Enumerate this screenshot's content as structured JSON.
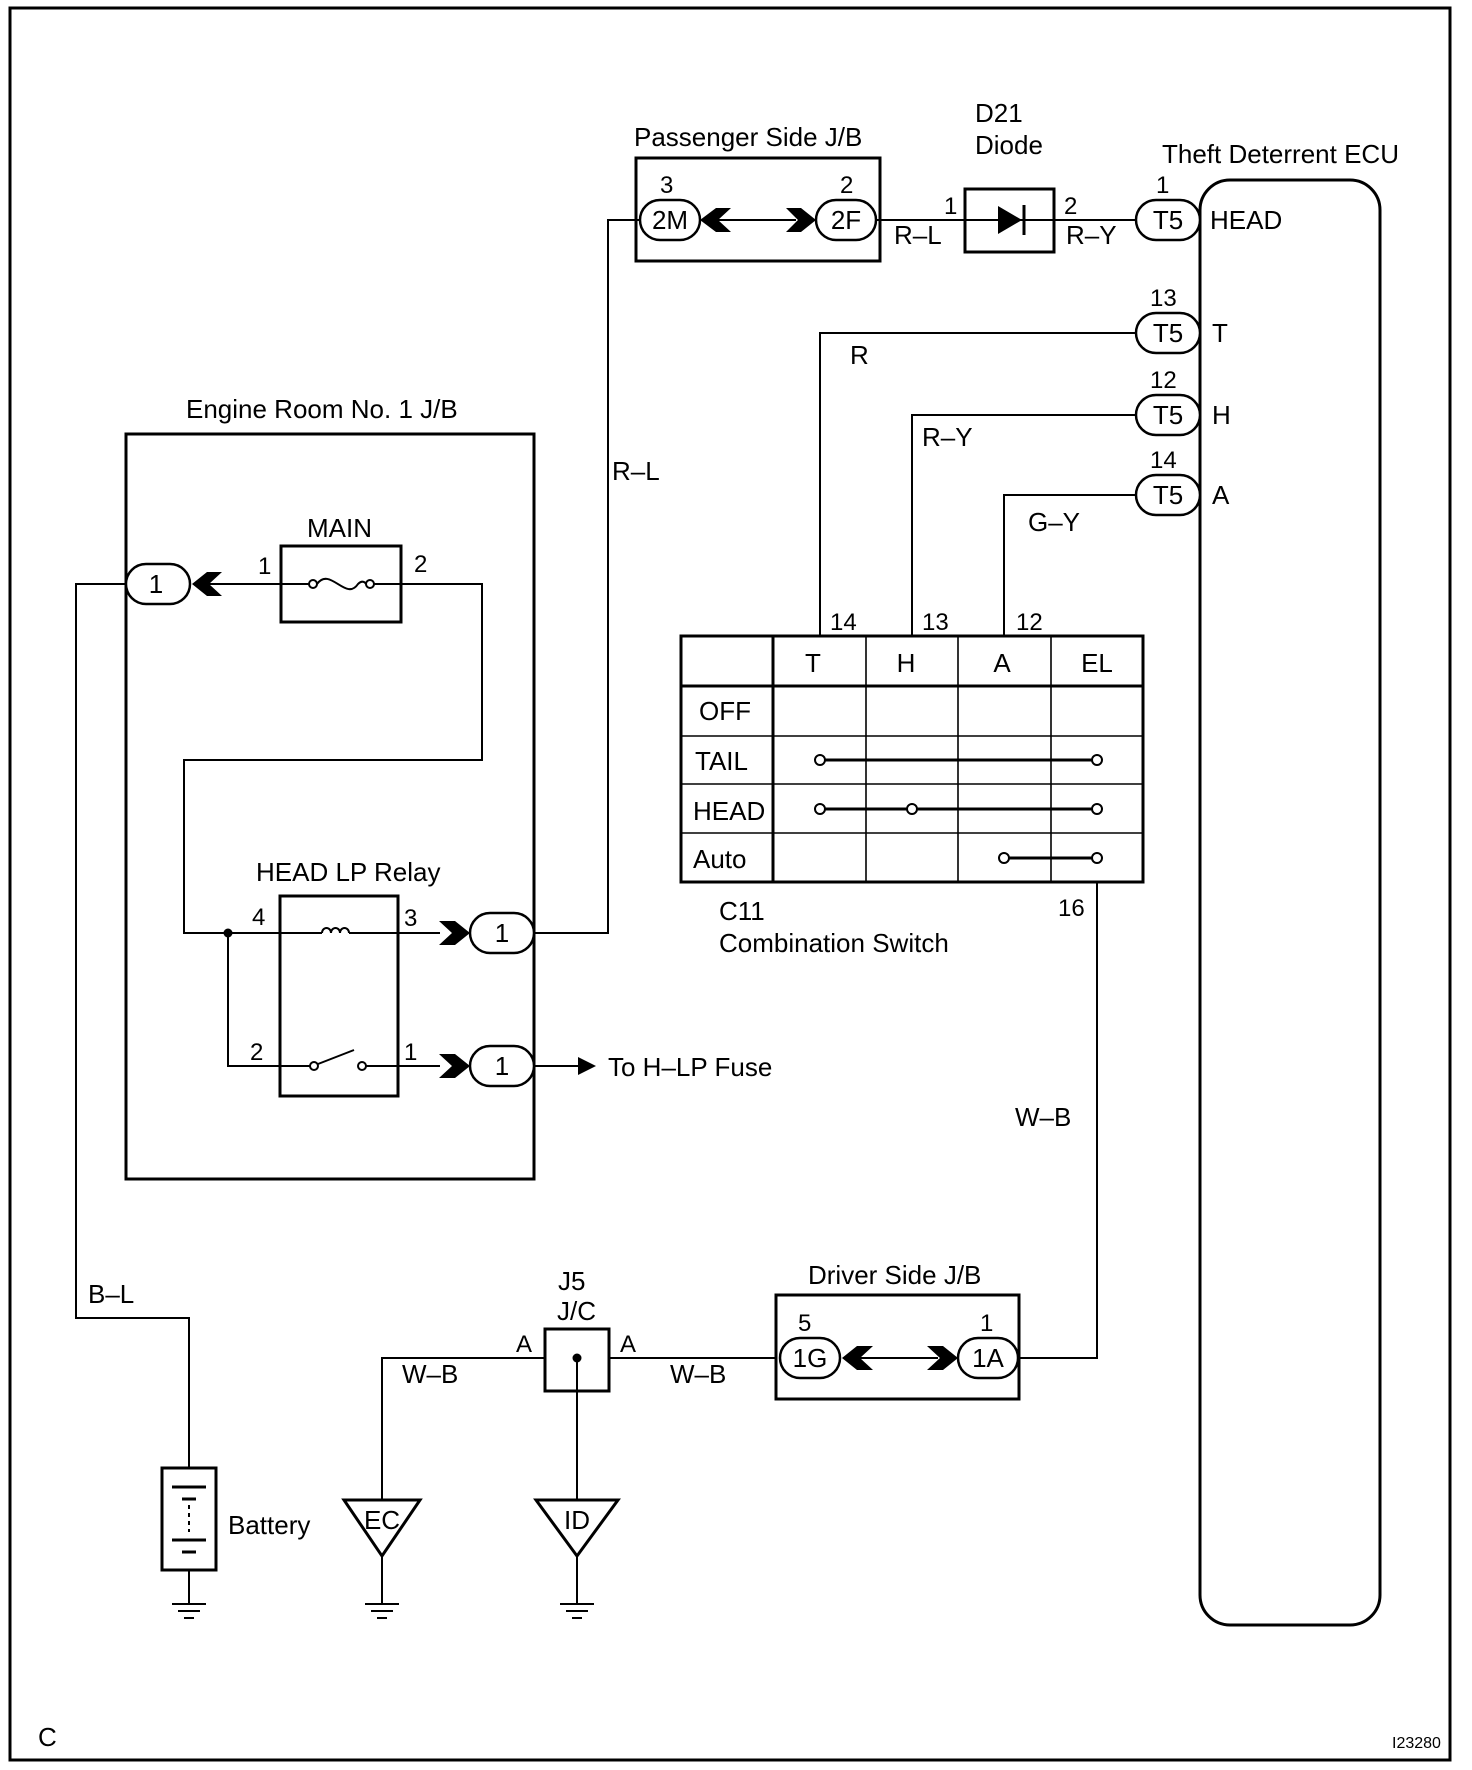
{
  "corner_label": "C",
  "figure_code": "I23280",
  "passenger_jb": {
    "title": "Passenger Side J/B",
    "pin_left": "3",
    "conn_left": "2M",
    "pin_right": "2",
    "conn_right": "2F"
  },
  "diode": {
    "ref": "D21",
    "name": "Diode",
    "pin_in": "1",
    "pin_out": "2"
  },
  "ecu": {
    "title": "Theft Deterrent ECU",
    "terminals": [
      {
        "pin": "1",
        "conn": "T5",
        "label": "HEAD"
      },
      {
        "pin": "13",
        "conn": "T5",
        "label": "T"
      },
      {
        "pin": "12",
        "conn": "T5",
        "label": "H"
      },
      {
        "pin": "14",
        "conn": "T5",
        "label": "A"
      }
    ]
  },
  "wire_colors": {
    "jb_to_diode": "R–L",
    "diode_to_ecu": "R–Y",
    "switch_t": "R",
    "switch_h": "R–Y",
    "switch_a": "G–Y",
    "relay_to_passenger": "R–L",
    "el_ground": "W–B",
    "battery": "B–L",
    "jc_left": "W–B",
    "jc_right": "W–B"
  },
  "engine_jb": {
    "title": "Engine Room No. 1 J/B",
    "fuse_name": "MAIN",
    "fuse_pin_in": "1",
    "fuse_pin_out": "2",
    "conn_battery": "1",
    "relay_title": "HEAD LP Relay",
    "relay_pin_coil_in": "4",
    "relay_pin_coil_out": "3",
    "relay_pin_sw_in": "2",
    "relay_pin_sw_out": "1",
    "conn_coil_out": "1",
    "conn_sw_out": "1",
    "to_fuse_label": "To H–LP Fuse"
  },
  "combination_switch": {
    "ref": "C11",
    "name": "Combination Switch",
    "column_pins": [
      "14",
      "13",
      "12"
    ],
    "ground_pin": "16",
    "columns": [
      "T",
      "H",
      "A",
      "EL"
    ],
    "rows": [
      "OFF",
      "TAIL",
      "HEAD",
      "Auto"
    ],
    "continuity": {
      "OFF": [],
      "TAIL": [
        "T",
        "EL"
      ],
      "HEAD": [
        "T",
        "H",
        "EL"
      ],
      "Auto": [
        "A",
        "EL"
      ]
    }
  },
  "driver_jb": {
    "title": "Driver Side J/B",
    "pin_left": "5",
    "conn_left": "1G",
    "pin_right": "1",
    "conn_right": "1A"
  },
  "junction_connector": {
    "ref": "J5",
    "name": "J/C",
    "pin_left": "A",
    "pin_right": "A"
  },
  "battery_label": "Battery",
  "grounds": [
    "EC",
    "ID"
  ]
}
